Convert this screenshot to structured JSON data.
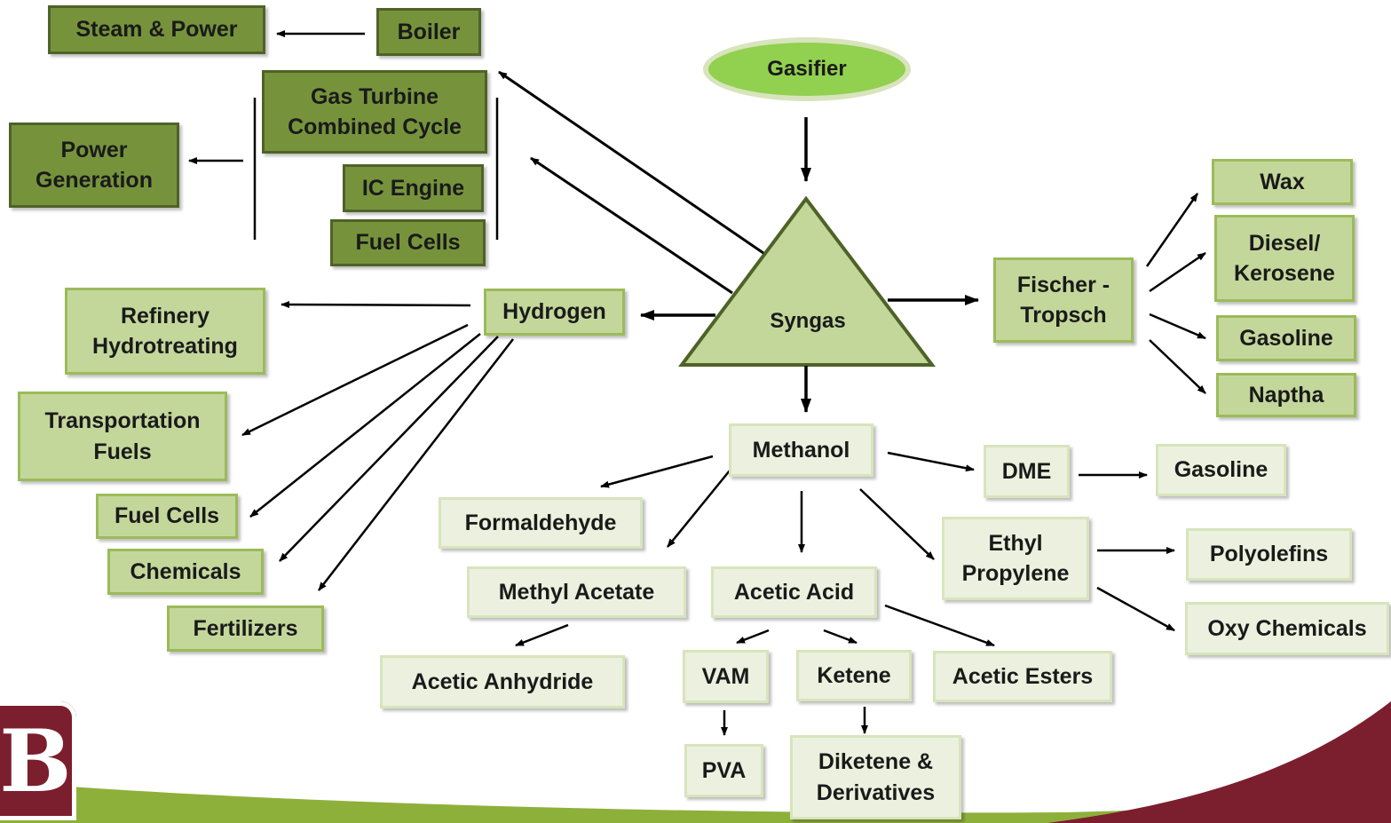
{
  "colors": {
    "dark_fill": "#76933c",
    "light_fill": "#c4d79b",
    "pale_fill": "#ebf1de",
    "gasifier_fill": "#92d050",
    "triangle_fill": "#c4d79b",
    "band_green": "#8db03b",
    "band_maroon": "#7b1e2e"
  },
  "gasifier": {
    "label": "Gasifier"
  },
  "syngas": {
    "label": "Syngas"
  },
  "power": {
    "steam_power": "Steam & Power",
    "boiler": "Boiler",
    "gas_turbine": "Gas Turbine\nCombined Cycle",
    "power_generation": "Power\nGeneration",
    "ic_engine": "IC Engine",
    "fuel_cells": "Fuel Cells"
  },
  "hydrogen": {
    "label": "Hydrogen",
    "refinery": "Refinery\nHydrotreating",
    "transportation": "Transportation\nFuels",
    "fuel_cells": "Fuel Cells",
    "chemicals": "Chemicals",
    "fertilizers": "Fertilizers"
  },
  "fischer_tropsch": {
    "label": "Fischer -\nTropsch",
    "wax": "Wax",
    "diesel": "Diesel/\nKerosene",
    "gasoline": "Gasoline",
    "naptha": "Naptha"
  },
  "methanol": {
    "label": "Methanol",
    "dme": "DME",
    "dme_gasoline": "Gasoline",
    "formaldehyde": "Formaldehyde",
    "methyl_acetate": "Methyl Acetate",
    "acetic_anhydride": "Acetic  Anhydride",
    "acetic_acid": "Acetic Acid",
    "ethyl_propylene": "Ethyl\nPropylene",
    "polyolefins": "Polyolefins",
    "oxy_chemicals": "Oxy Chemicals",
    "vam": "VAM",
    "ketene": "Ketene",
    "acetic_esters": "Acetic Esters",
    "pva": "PVA",
    "diketene": "Diketene &\nDerivatives"
  },
  "logo": {
    "letter": "B"
  }
}
